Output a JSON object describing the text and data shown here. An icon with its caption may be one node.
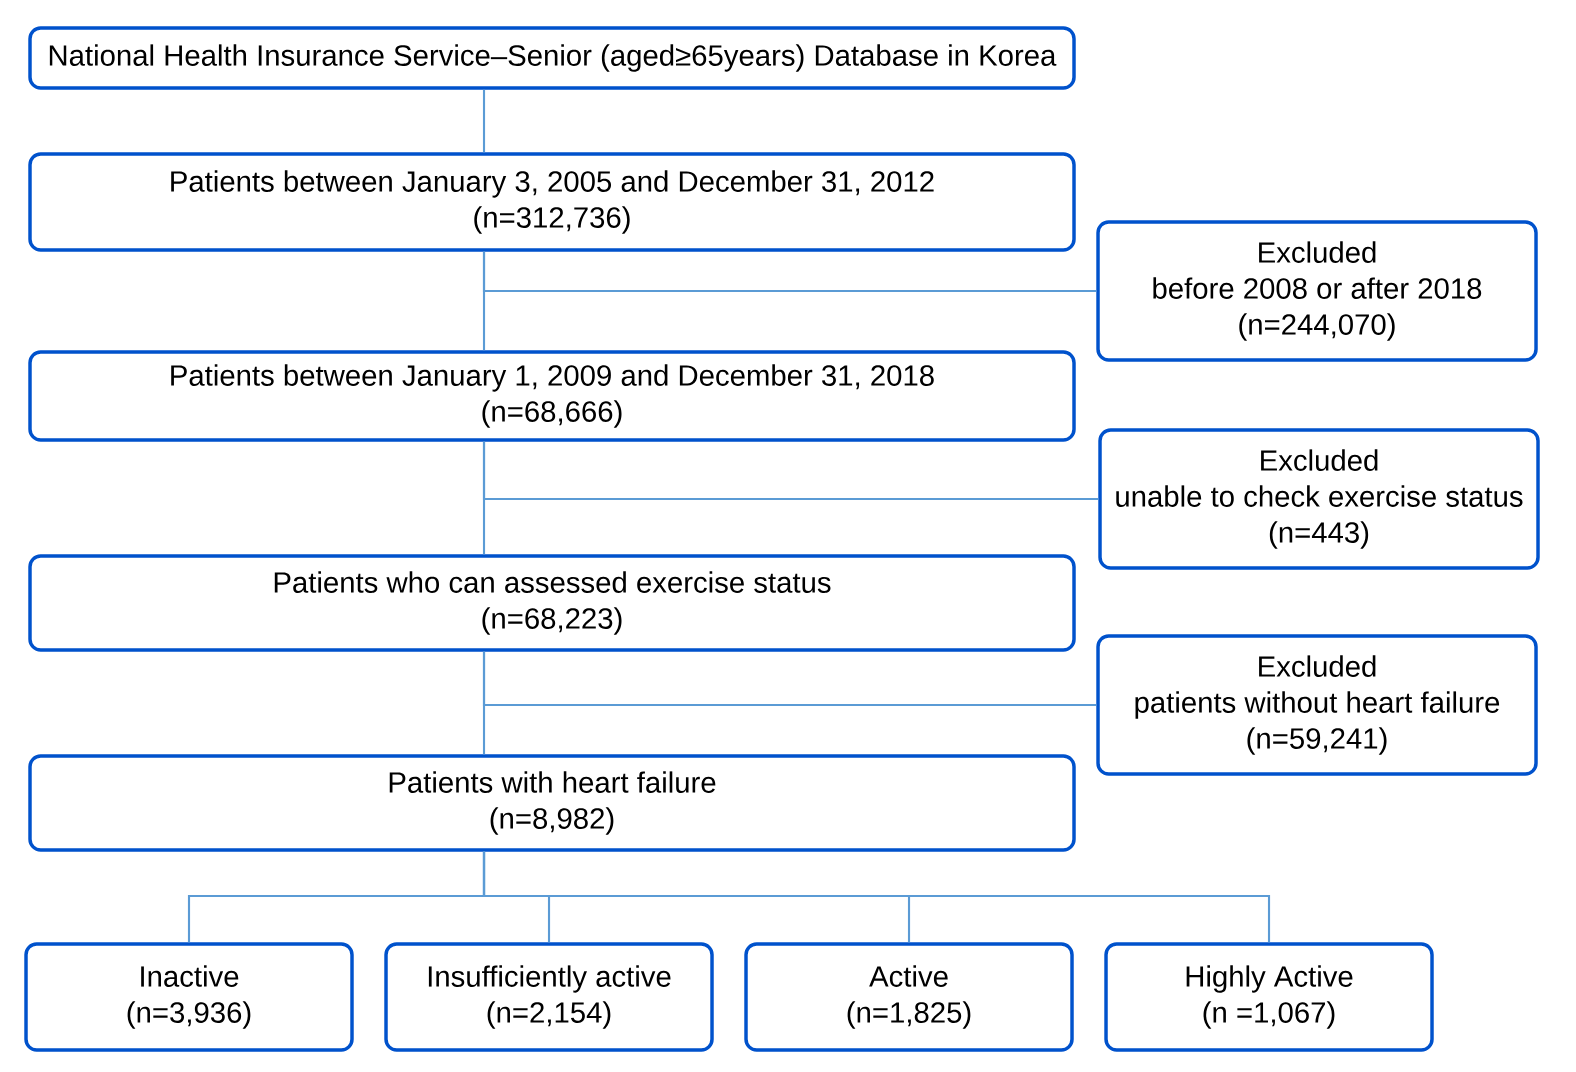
{
  "diagram": {
    "nodes": [
      {
        "text": [
          "National Health Insurance Service–Senior (aged≥65years) Database in Korea"
        ]
      },
      {
        "text": [
          "Patients between January 3, 2005 and December  31, 2012",
          "(n=312,736)"
        ]
      },
      {
        "text": [
          "Excluded",
          "before 2008 or after 2018",
          "(n=244,070)"
        ]
      },
      {
        "text": [
          "Patients between January 1, 2009 and December 31, 2018",
          "(n=68,666)"
        ]
      },
      {
        "text": [
          "Excluded",
          "unable to check exercise status",
          "(n=443)"
        ]
      },
      {
        "text": [
          "Patients who can assessed exercise status",
          "(n=68,223)"
        ]
      },
      {
        "text": [
          "Excluded",
          "patients without heart failure",
          "(n=59,241)"
        ]
      },
      {
        "text": [
          "Patients with heart failure",
          "(n=8,982)"
        ]
      },
      {
        "text": [
          "Inactive",
          "(n=3,936)"
        ]
      },
      {
        "text": [
          "Insufficiently active",
          "(n=2,154)"
        ]
      },
      {
        "text": [
          "Active",
          "(n=1,825)"
        ]
      },
      {
        "text": [
          "Highly Active",
          "(n =1,067)"
        ]
      }
    ],
    "edges": [
      {
        "from": 0,
        "to": 1,
        "arrow": "none"
      },
      {
        "from": 1,
        "to": 3,
        "arrow": "none"
      },
      {
        "from": 1,
        "to": 2,
        "arrow": "none"
      },
      {
        "from": 3,
        "to": 5,
        "arrow": "none"
      },
      {
        "from": 3,
        "to": 4,
        "arrow": "none"
      },
      {
        "from": 5,
        "to": 7,
        "arrow": "none"
      },
      {
        "from": 5,
        "to": 6,
        "arrow": "none"
      },
      {
        "from": 7,
        "to": 8,
        "arrow": "none"
      },
      {
        "from": 7,
        "to": 9,
        "arrow": "none"
      },
      {
        "from": 7,
        "to": 10,
        "arrow": "none"
      },
      {
        "from": 7,
        "to": 11,
        "arrow": "none"
      }
    ]
  }
}
